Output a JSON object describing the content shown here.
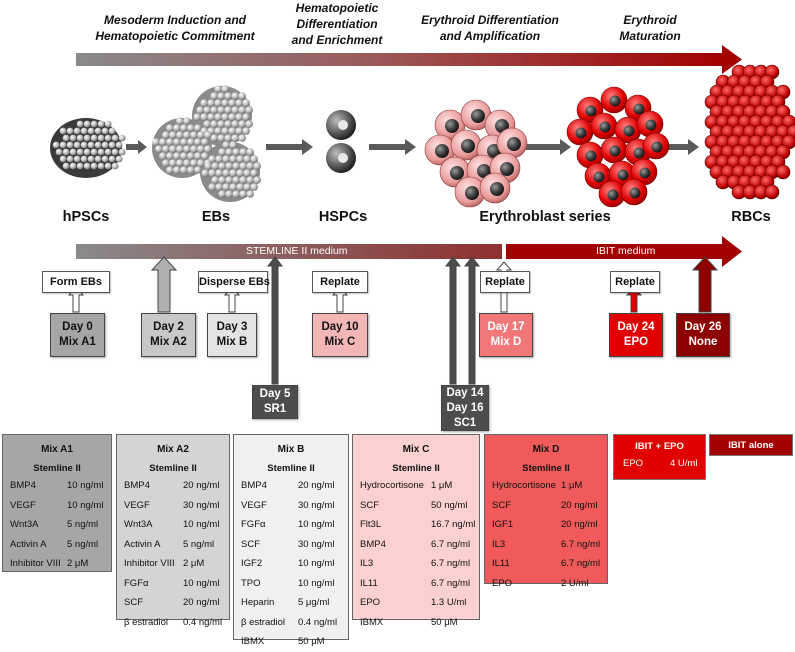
{
  "phases": [
    {
      "text": "Mesoderm Induction and\nHematopoietic Commitment"
    },
    {
      "text": "Hematopoietic\nDifferentiation\nand Enrichment"
    },
    {
      "text": "Erythroid Differentiation\nand Amplification"
    },
    {
      "text": "Erythroid\nMaturation"
    }
  ],
  "stages": [
    "hPSCs",
    "EBs",
    "HSPCs",
    "Erythroblast series",
    "RBCs"
  ],
  "media": {
    "stemline": "STEMLINE II medium",
    "ibit": "IBIT medium"
  },
  "actions": [
    "Form EBs",
    "Disperse EBs",
    "Replate",
    "Replate",
    "Replate"
  ],
  "days": [
    {
      "text": "Day 0\nMix A1",
      "color": "#a6a6a6"
    },
    {
      "text": "Day 2\nMix A2",
      "color": "#c8c8c8"
    },
    {
      "text": "Day 3\nMix B",
      "color": "#e3e3e3"
    },
    {
      "text": "Day 5\nSR1",
      "color": "#4d4d4d"
    },
    {
      "text": "Day 10\nMix C",
      "color": "#f2b6b6"
    },
    {
      "text": "Day 14\nDay 16\nSC1",
      "color": "#4d4d4d"
    },
    {
      "text": "Day 17\nMix D",
      "color": "#f07878"
    },
    {
      "text": "Day 24\nEPO",
      "color": "#e00000"
    },
    {
      "text": "Day 26\nNone",
      "color": "#8c0000"
    }
  ],
  "mixes": [
    {
      "title": "Mix A1",
      "medium": "Stemline II",
      "color": "#a6a6a6",
      "rows": [
        [
          "BMP4",
          "10 ng/ml"
        ],
        [
          "VEGF",
          "10 ng/ml"
        ],
        [
          "Wnt3A",
          "5 ng/ml"
        ],
        [
          "Activin A",
          "5 ng/ml"
        ],
        [
          "Inhibitor VIII",
          "2 μM"
        ]
      ]
    },
    {
      "title": "Mix A2",
      "medium": "Stemline II",
      "color": "#d4d4d4",
      "rows": [
        [
          "BMP4",
          "20 ng/ml"
        ],
        [
          "VEGF",
          "30 ng/ml"
        ],
        [
          "Wnt3A",
          "10 ng/ml"
        ],
        [
          "Activin A",
          "5 ng/ml"
        ],
        [
          "Inhibitor VIII",
          "2 μM"
        ],
        [
          "FGFα",
          "10 ng/ml"
        ],
        [
          "SCF",
          "20 ng/ml"
        ],
        [
          "β estradiol",
          "0.4 ng/ml"
        ]
      ]
    },
    {
      "title": "Mix B",
      "medium": "Stemline II",
      "color": "#f0f0f0",
      "rows": [
        [
          "BMP4",
          "20 ng/ml"
        ],
        [
          "VEGF",
          "30 ng/ml"
        ],
        [
          "FGFα",
          "10 ng/ml"
        ],
        [
          "SCF",
          "30 ng/ml"
        ],
        [
          "IGF2",
          "10 ng/ml"
        ],
        [
          "TPO",
          "10 ng/ml"
        ],
        [
          "Heparin",
          "5 μg/ml"
        ],
        [
          "β estradiol",
          "0.4 ng/ml"
        ],
        [
          "IBMX",
          "50 μM"
        ]
      ]
    },
    {
      "title": "Mix C",
      "medium": "Stemline II",
      "color": "#fbd0d0",
      "rows": [
        [
          "Hydrocortisone",
          "1 μM"
        ],
        [
          "SCF",
          "50 ng/ml"
        ],
        [
          "Flt3L",
          "16.7 ng/ml"
        ],
        [
          "BMP4",
          "6.7 ng/ml"
        ],
        [
          "IL3",
          "6.7 ng/ml"
        ],
        [
          "IL11",
          "6.7 ng/ml"
        ],
        [
          "EPO",
          "1.3 U/ml"
        ],
        [
          "IBMX",
          "50 μM"
        ]
      ]
    },
    {
      "title": "Mix D",
      "medium": "Stemline II",
      "color": "#f05a5a",
      "rows": [
        [
          "Hydrocortisone",
          "1 μM"
        ],
        [
          "SCF",
          "20 ng/ml"
        ],
        [
          "IGF1",
          "20 ng/ml"
        ],
        [
          "IL3",
          "6.7 ng/ml"
        ],
        [
          "IL11",
          "6.7 ng/ml"
        ],
        [
          "EPO",
          "2 U/ml"
        ]
      ]
    }
  ],
  "ibit_epo": {
    "title": "IBIT + EPO",
    "name": "EPO",
    "value": "4 U/ml",
    "color": "#e00000"
  },
  "ibit_alone": {
    "title": "IBIT alone",
    "color": "#a30000"
  }
}
